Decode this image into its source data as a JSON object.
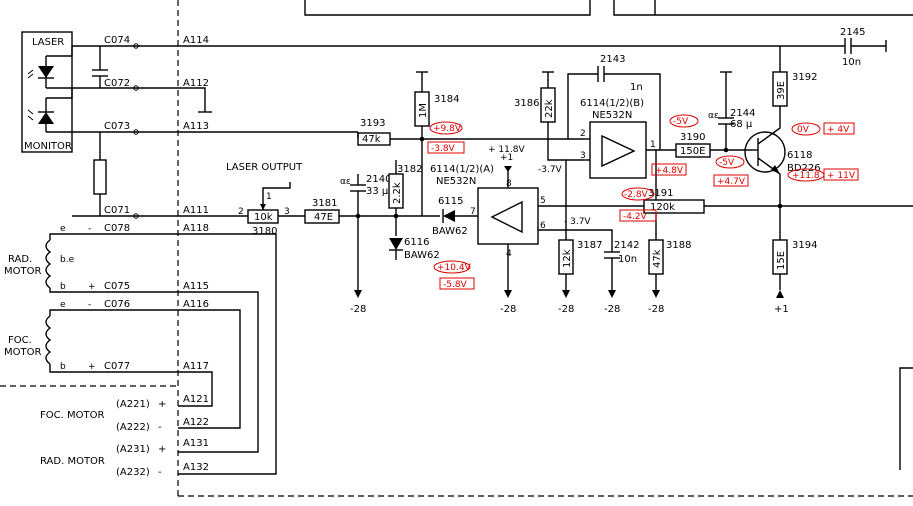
{
  "conn_top": [
    "C074",
    "C072",
    "C073",
    "C071"
  ],
  "conn_a": [
    "A114",
    "A112",
    "A113",
    "A111"
  ],
  "laser": {
    "top": "LASER",
    "bottom": "MONITOR"
  },
  "motor_conn": [
    "C078",
    "C075",
    "C076",
    "C077"
  ],
  "motor_a": [
    "A118",
    "A115",
    "A116",
    "A117"
  ],
  "rad_motor": [
    "RAD.",
    "MOTOR"
  ],
  "foc_motor": [
    "FOC.",
    "MOTOR"
  ],
  "coil_marks": {
    "e": "e",
    "b": "b",
    "be": "b.e",
    "minus": "-",
    "plus": "+"
  },
  "ext_rows": [
    {
      "label": "FOC. MOTOR",
      "conn": [
        "(A221)",
        "(A222)"
      ],
      "sign": [
        "+",
        "-"
      ],
      "a": [
        "A121",
        "A122"
      ]
    },
    {
      "label": "RAD. MOTOR",
      "conn": [
        "(A231)",
        "(A232)"
      ],
      "sign": [
        "+",
        "-"
      ],
      "a": [
        "A131",
        "A132"
      ]
    }
  ],
  "pot": {
    "label": "LASER OUTPUT",
    "value": "10k",
    "ref": "3180",
    "pins": [
      "1",
      "2",
      "3"
    ]
  },
  "resistors": {
    "r3181": {
      "ref": "3181",
      "val": "47E"
    },
    "r3193": {
      "ref": "3193",
      "val": "47k"
    },
    "r3184": {
      "ref": "3184",
      "val": "1M"
    },
    "r3182": {
      "ref": "3182",
      "val": "2.2k"
    },
    "r3186": {
      "ref": "3186",
      "val": "22k"
    },
    "r3187": {
      "ref": "3187",
      "val": "12k"
    },
    "r3188": {
      "ref": "3188",
      "val": "47k"
    },
    "r3190": {
      "ref": "3190",
      "val": "150E"
    },
    "r3191": {
      "ref": "3191",
      "val": "120k"
    },
    "r3192": {
      "ref": "3192",
      "val": "39E"
    },
    "r3194": {
      "ref": "3194",
      "val": "15E"
    }
  },
  "caps": {
    "c2140": {
      "ref": "2140",
      "val": "33 μ"
    },
    "c2142": {
      "ref": "2142",
      "val": "10n"
    },
    "c2143": {
      "ref": "2143",
      "val": "1n"
    },
    "c2144": {
      "ref": "2144",
      "val": "68 μ"
    },
    "c2145": {
      "ref": "2145",
      "val": "10n"
    },
    "polar": "αε"
  },
  "diodes": {
    "d6115": {
      "ref": "6115",
      "type": "BAW62"
    },
    "d6116": {
      "ref": "6116",
      "type": "BAW62"
    }
  },
  "opamp_a": {
    "ref": "6114(1/2)(A)",
    "type": "NE532N",
    "pins": [
      "8",
      "7",
      "5",
      "6",
      "4"
    ],
    "supply": "+1"
  },
  "opamp_b": {
    "ref": "6114(1/2)(B)",
    "type": "NE532N",
    "pins": [
      "2",
      "3",
      "1"
    ]
  },
  "transistor": {
    "ref": "6118",
    "type": "BD226"
  },
  "rails": {
    "neg": "-28",
    "pos": "+1"
  },
  "voltages_plain": {
    "v118": "+ 11.8V",
    "v37a": "-3.7V",
    "v37b": "- 3.7V"
  },
  "voltages_red": {
    "v98": "+9.8V",
    "v38": "-3.8V",
    "v104": "+10.4V",
    "v58": "-5.8V",
    "v5a": "-5V",
    "v48": "+4.8V",
    "v28": "-2.8V",
    "v42": "-4.2V",
    "v5b": "-5V",
    "v47": "+4.7V",
    "v0": "0V",
    "v4": "+ 4V",
    "v118b": "+11.8",
    "v11": "+ 11V"
  }
}
